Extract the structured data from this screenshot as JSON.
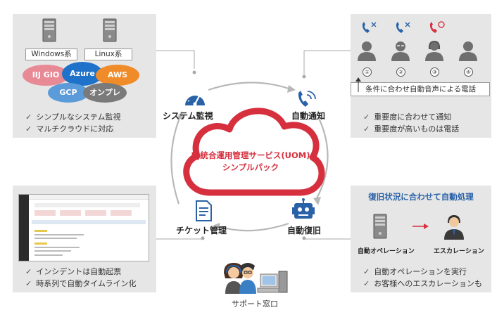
{
  "center": {
    "title_line1": "IIJ統合運用管理サービス(UOM)",
    "title_line2": "シンプルパック"
  },
  "nodes": {
    "system_monitoring": "システム監視",
    "auto_notification": "自動通知",
    "ticket_management": "チケット管理",
    "auto_recovery": "自動復旧",
    "support_desk": "サポート窓口"
  },
  "monitoring_panel": {
    "os_labels": [
      "Windows系",
      "Linux系"
    ],
    "clouds": [
      "IIJ GIO",
      "Azure",
      "AWS",
      "GCP",
      "オンプレ"
    ],
    "bullets": [
      "シンプルなシステム監視",
      "マルチクラウドに対応"
    ]
  },
  "notification_panel": {
    "contacts": [
      "①",
      "②",
      "③",
      "④"
    ],
    "caption": "条件に合わせ自動音声による電話",
    "bullets": [
      "重要度に合わせて通知",
      "重要度が高いものは電話"
    ]
  },
  "ticket_panel": {
    "bullets": [
      "インシデントは自動起票",
      "時系列で自動タイムライン化"
    ]
  },
  "recovery_panel": {
    "title": "復旧状況に合わせて自動処理",
    "left_label": "自動オペレーション",
    "right_label": "エスカレーション",
    "bullets": [
      "自動オペレーションを実行",
      "お客様へのエスカレーションも"
    ]
  },
  "colors": {
    "cloud_red": "#d6303f",
    "accent_blue": "#2a62a8",
    "panel_gray": "#e6e6e6",
    "iij_pink": "#e88a96",
    "azure_blue": "#1f72c9",
    "aws_orange": "#f08b2a",
    "gcp_blue": "#5c9bd9",
    "onprem_gray": "#7a7a7a"
  }
}
